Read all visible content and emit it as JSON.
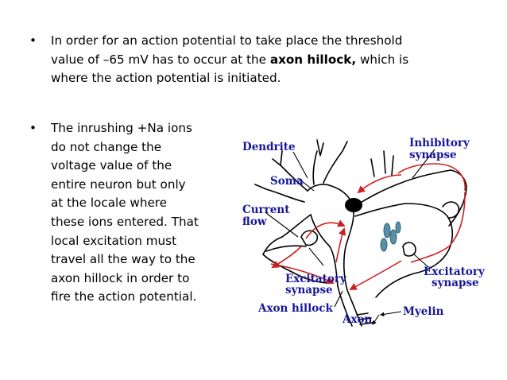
{
  "bullets": [
    {
      "symbol": "•",
      "lines": [
        {
          "pre": "In order for an action potential to take place the threshold"
        },
        {
          "pre": "value of –65 mV has to occur at the ",
          "bold": "axon hillock,",
          "post": " which is"
        },
        {
          "pre": "where the action potential is initiated."
        }
      ]
    },
    {
      "symbol": "•",
      "lines": [
        "The inrushing +Na ions",
        "do not change the",
        "voltage value of the",
        "entire neuron but only",
        "at the locale where",
        "these ions entered. That",
        "local excitation must",
        "travel all the way to the",
        "axon hillock in order to",
        "fire the action potential."
      ]
    }
  ],
  "diagram": {
    "labels": {
      "dendrite": "Dendrite",
      "soma": "Soma",
      "current_1": "Current",
      "current_2": "flow",
      "inhibitory_1": "Inhibitory",
      "inhibitory_2": "synapse",
      "excitatory_left_1": "Excitatory",
      "excitatory_left_2": "synapse",
      "excitatory_right_1": "Excitatory",
      "excitatory_right_2": "synapse",
      "axon_hillock": "Axon hillock",
      "axon": "Axon",
      "myelin": "Myelin"
    },
    "colors": {
      "label": "#16169a",
      "current": "#cc1f1f",
      "neuron": "#000000",
      "synapse_fill": "#5a8fa8"
    }
  }
}
